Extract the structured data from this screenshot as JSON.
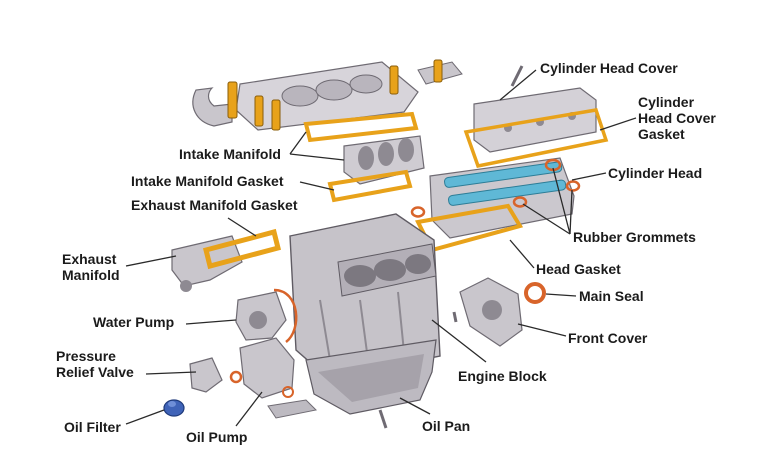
{
  "labels": {
    "cylinder_head_cover": "Cylinder Head Cover",
    "cylinder_head_cover_gasket": [
      "Cylinder",
      "Head Cover",
      "Gasket"
    ],
    "cylinder_head": "Cylinder Head",
    "rubber_grommets": "Rubber Grommets",
    "head_gasket": "Head Gasket",
    "main_seal": "Main Seal",
    "front_cover": "Front Cover",
    "engine_block": "Engine Block",
    "oil_pan": "Oil Pan",
    "oil_pump": "Oil Pump",
    "oil_filter": "Oil Filter",
    "pressure_relief_valve": [
      "Pressure",
      "Relief Valve"
    ],
    "water_pump": "Water Pump",
    "exhaust_manifold": [
      "Exhaust",
      "Manifold"
    ],
    "exhaust_manifold_gasket": "Exhaust Manifold Gasket",
    "intake_manifold_gasket": "Intake Manifold Gasket",
    "intake_manifold": "Intake Manifold"
  },
  "colors": {
    "metal": "#c9c6cc",
    "metal_dark": "#8e8a92",
    "gasket": "#e8a21a",
    "seal": "#d8642a",
    "camshaft": "#5fb8d6",
    "oil_filter": "#3f63b8",
    "leader": "#2a2a2a"
  }
}
